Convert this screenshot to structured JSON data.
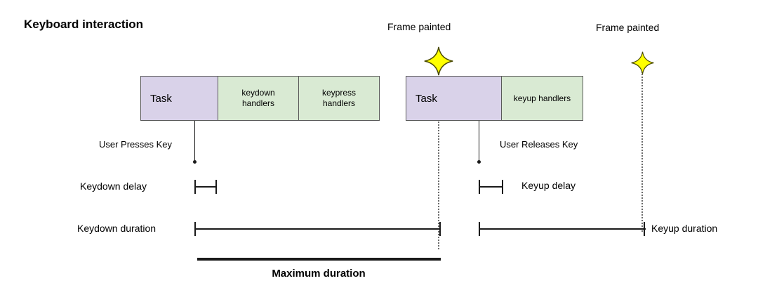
{
  "title": "Keyboard interaction",
  "frame_painted_labels": [
    "Frame painted",
    "Frame painted"
  ],
  "timeline": {
    "boxes": [
      {
        "label": "Task",
        "type": "task"
      },
      {
        "label": "keydown handlers",
        "type": "handler"
      },
      {
        "label": "keypress handlers",
        "type": "handler"
      },
      {
        "label": "Task",
        "type": "task"
      },
      {
        "label": "keyup handlers",
        "type": "handler"
      }
    ]
  },
  "annotations": {
    "user_presses_key": "User Presses Key",
    "user_releases_key": "User Releases Key",
    "keydown_delay": "Keydown delay",
    "keyup_delay": "Keyup delay",
    "keydown_duration": "Keydown duration",
    "keyup_duration": "Keyup duration",
    "maximum_duration": "Maximum duration"
  },
  "icons": {
    "frame_painted_star": "four-point-sparkle-star"
  },
  "colors": {
    "task_fill": "#d9d2e9",
    "handler_fill": "#d9ead3",
    "box_border": "#595959",
    "star_fill": "#ffff00",
    "star_stroke": "#4a4a00",
    "line_color": "#1a1a1a"
  }
}
